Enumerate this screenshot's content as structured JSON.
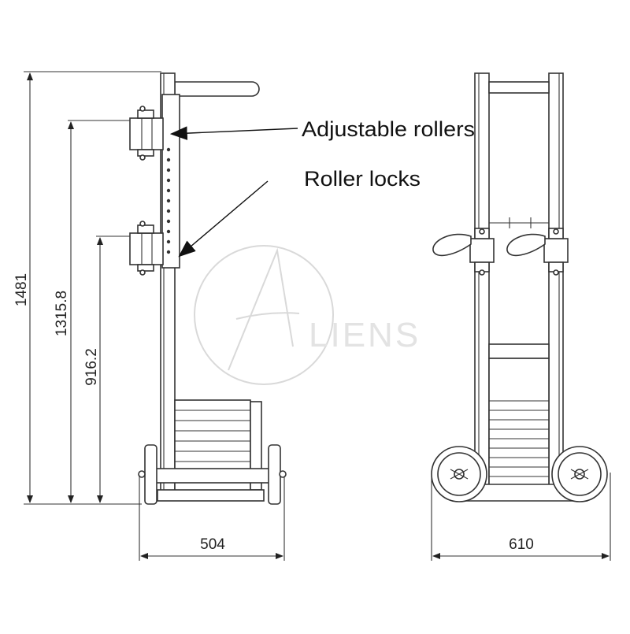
{
  "annotations": {
    "adjustable_rollers": "Adjustable rollers",
    "roller_locks": "Roller locks"
  },
  "dimensions": {
    "total_height": "1481",
    "upper_roller_height": "1315.8",
    "lower_roller_height": "916.2",
    "side_depth": "504",
    "front_width": "610"
  },
  "watermark": {
    "text": "LIENS"
  },
  "colors": {
    "line": "#333333",
    "watermark": "#d9d9d9"
  }
}
